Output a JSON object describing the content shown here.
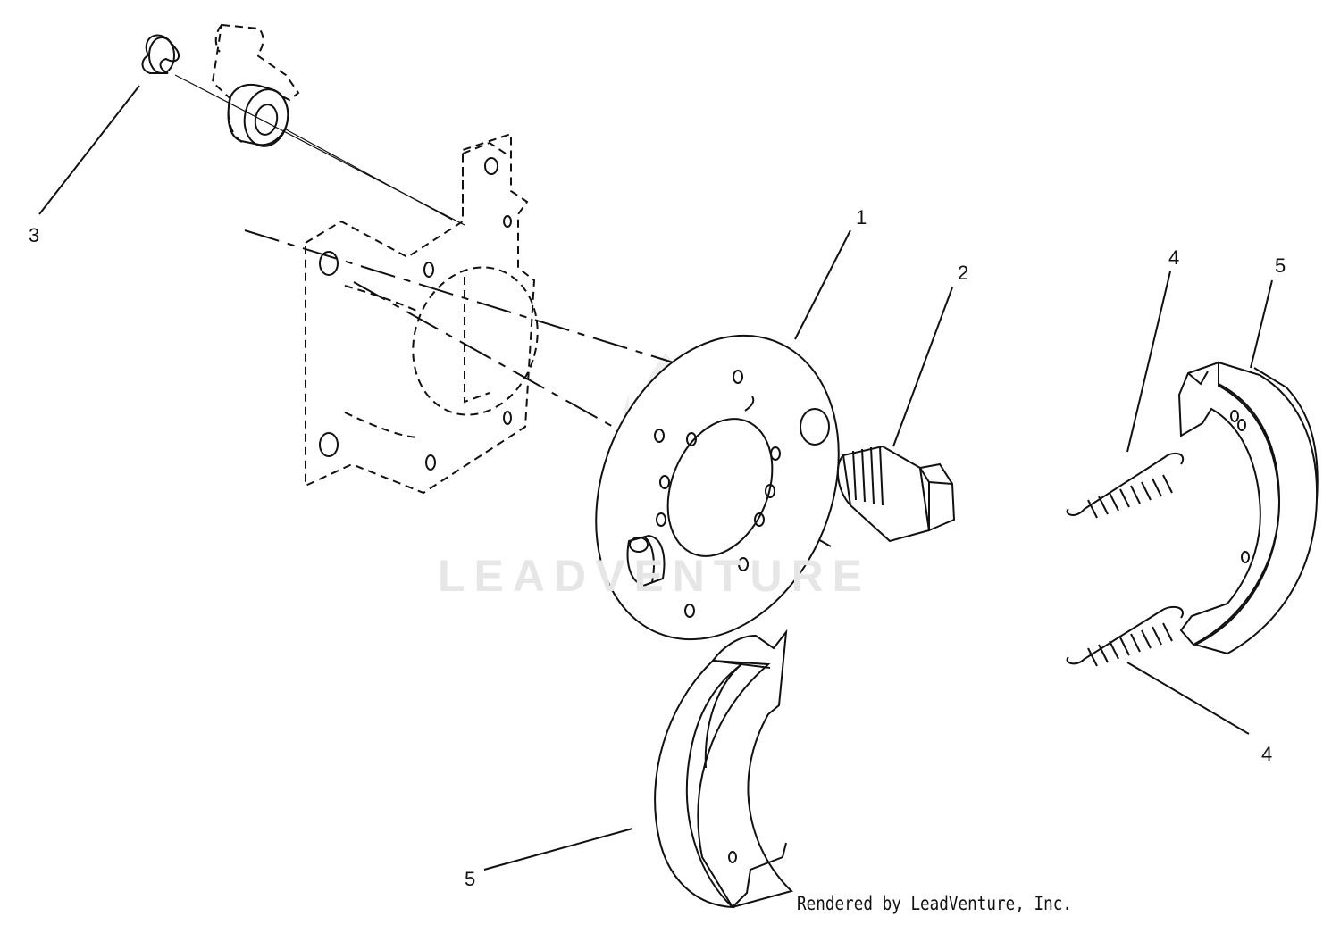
{
  "diagram": {
    "callouts": {
      "part_1": "1",
      "part_2": "2",
      "part_3": "3",
      "part_4_upper": "4",
      "part_4_lower": "4",
      "part_5_upper": "5",
      "part_5_lower": "5"
    },
    "watermark": "LEADVENTURE",
    "credit": "Rendered by LeadVenture, Inc."
  }
}
